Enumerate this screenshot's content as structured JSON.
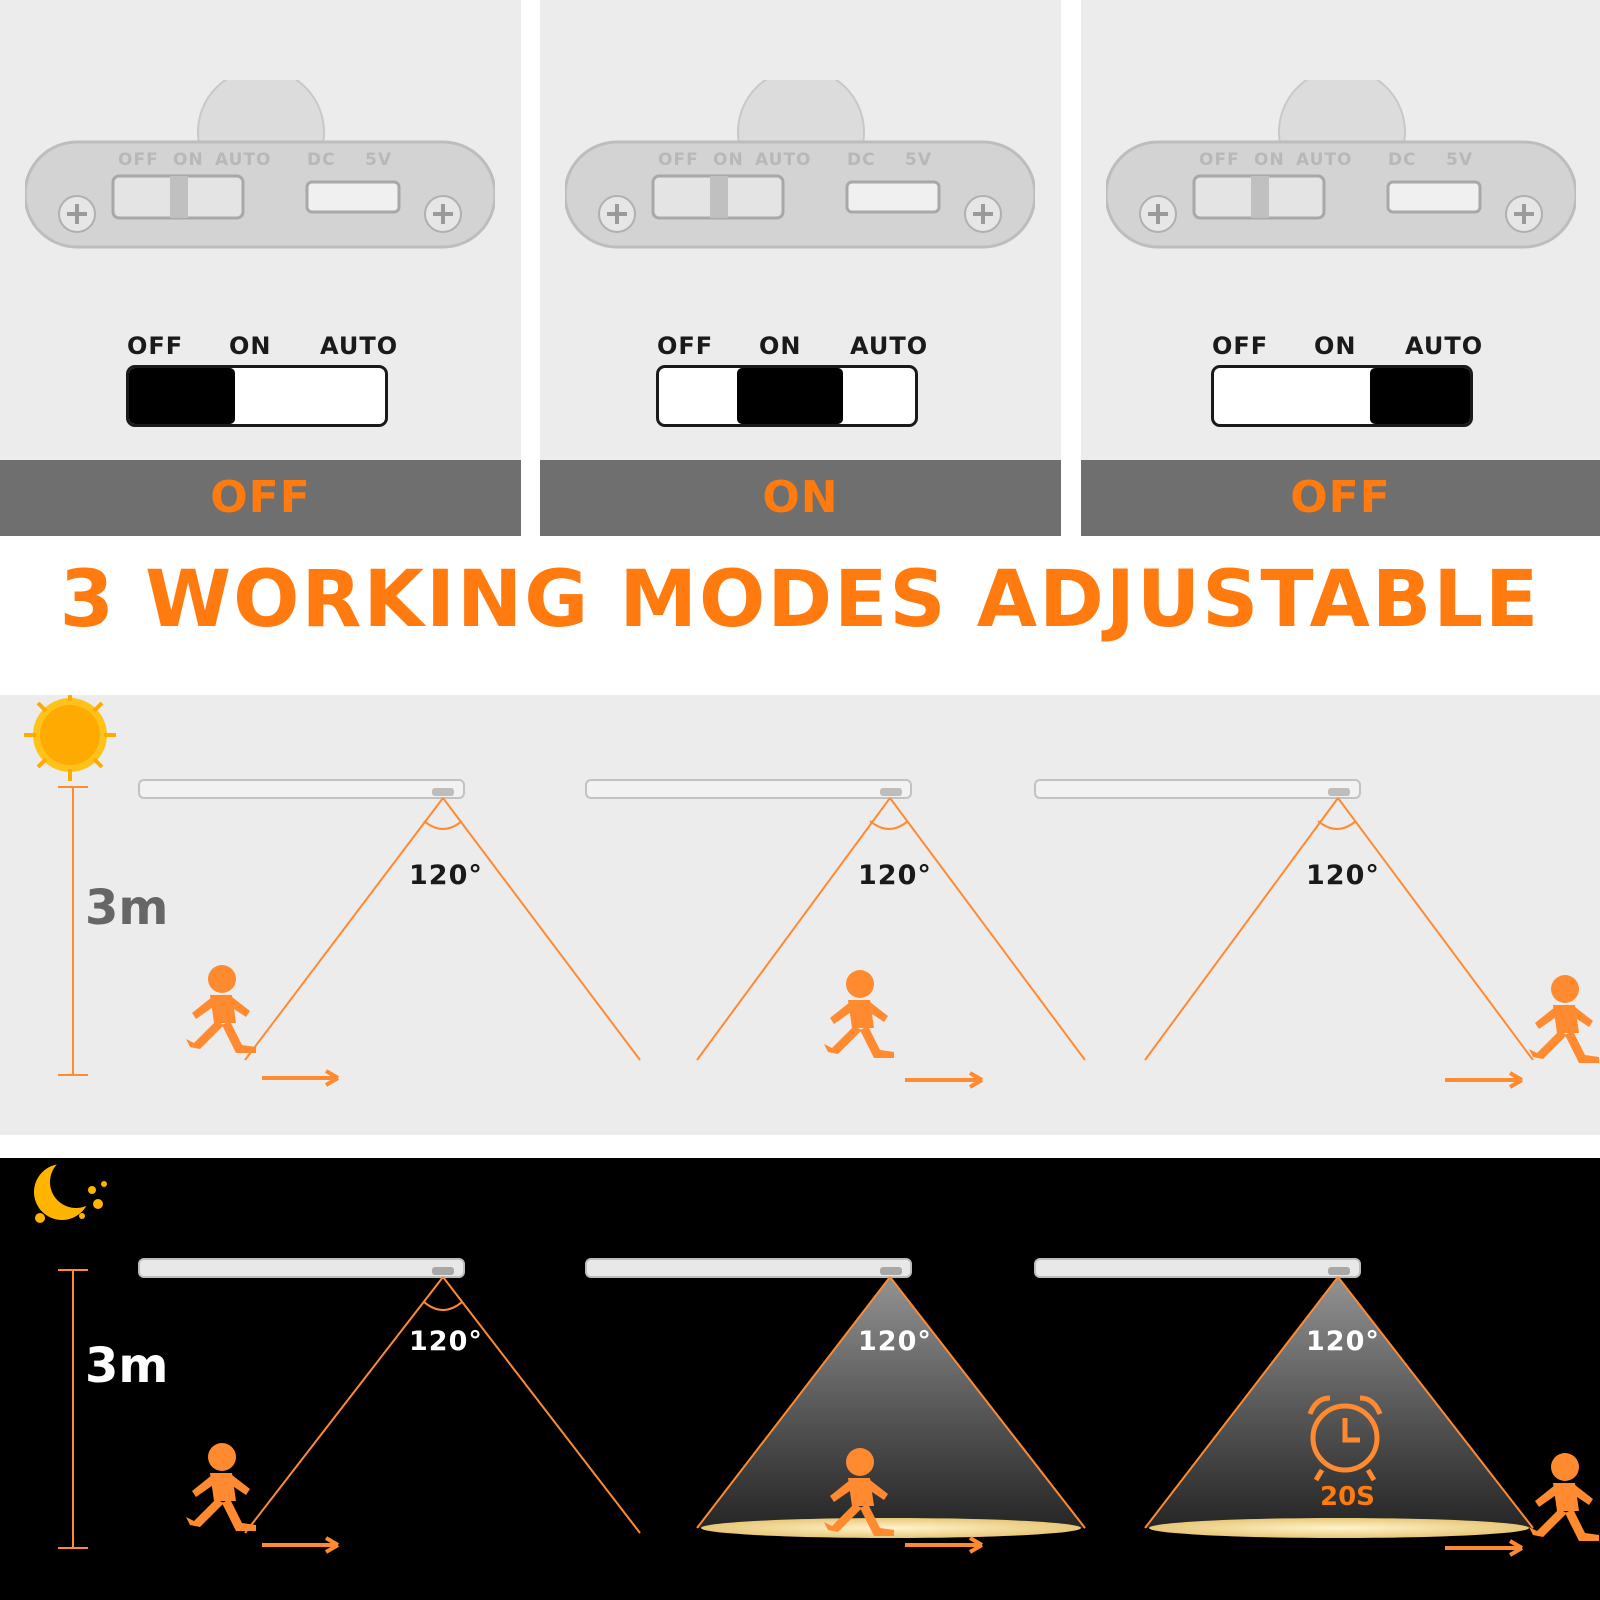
{
  "panels": [
    {
      "mode": "OFF",
      "switch_position": "OFF"
    },
    {
      "mode": "ON",
      "switch_position": "ON"
    },
    {
      "mode": "OFF",
      "switch_position": "AUTO"
    }
  ],
  "module_labels": {
    "off": "OFF",
    "on": "ON",
    "auto": "AUTO",
    "dc": "DC",
    "v": "5V"
  },
  "switch_labels": {
    "off": "OFF",
    "on": "ON",
    "auto": "AUTO"
  },
  "headline": "3 WORKING MODES ADJUSTABLE",
  "day": {
    "height": "3m",
    "angles": [
      "120°",
      "120°",
      "120°"
    ],
    "icon": "sun-icon"
  },
  "night": {
    "height": "3m",
    "angles": [
      "120°",
      "120°",
      "120°"
    ],
    "timer": "20S",
    "icon": "moon-icon"
  },
  "colors": {
    "accent": "#ff7a0f",
    "bar": "#6f6f6f",
    "panel": "#ececec",
    "night_bg": "#000000"
  }
}
